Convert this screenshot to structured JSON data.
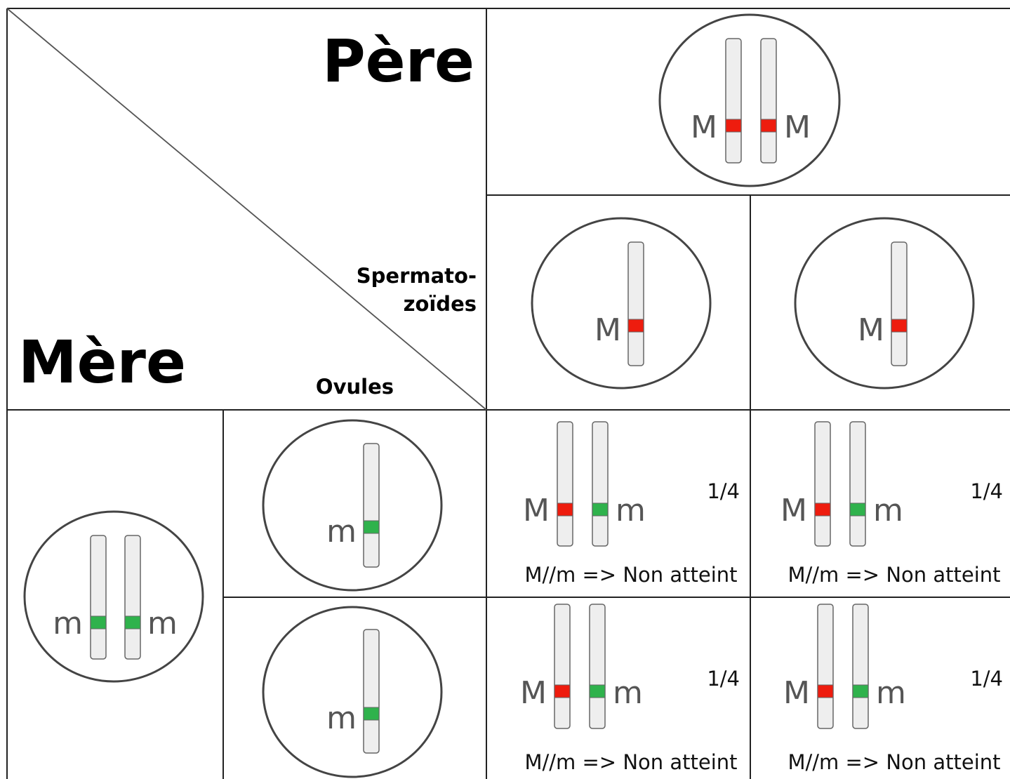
{
  "headers": {
    "father": "Père",
    "mother": "Mère",
    "sperm_line1": "Spermato-",
    "sperm_line2": "zoïdes",
    "ova": "Ovules"
  },
  "colors": {
    "dominant": "#ee1c0e",
    "recessive": "#2fb24c"
  },
  "father": {
    "left_allele": "M",
    "right_allele": "M"
  },
  "mother": {
    "left_allele": "m",
    "right_allele": "m"
  },
  "sperm": [
    {
      "allele": "M"
    },
    {
      "allele": "M"
    }
  ],
  "ova": [
    {
      "allele": "m"
    },
    {
      "allele": "m"
    }
  ],
  "offspring": [
    {
      "left_allele": "M",
      "right_allele": "m",
      "probability": "1/4",
      "result": "M//m => Non atteint"
    },
    {
      "left_allele": "M",
      "right_allele": "m",
      "probability": "1/4",
      "result": "M//m => Non atteint"
    },
    {
      "left_allele": "M",
      "right_allele": "m",
      "probability": "1/4",
      "result": "M//m => Non atteint"
    },
    {
      "left_allele": "M",
      "right_allele": "m",
      "probability": "1/4",
      "result": "M//m => Non atteint"
    }
  ]
}
